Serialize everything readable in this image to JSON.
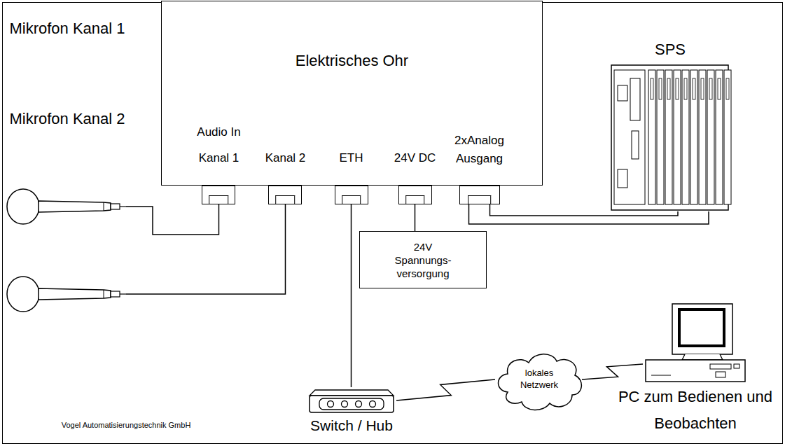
{
  "diagram": {
    "nodes": [
      {
        "text": [
          "Elektrisches Ohr"
        ]
      },
      {
        "text": [
          "Kanal 1"
        ],
        "in": 0
      },
      {
        "text": [
          "Kanal 2"
        ],
        "in": 0
      },
      {
        "text": [
          "ETH"
        ],
        "in": 0
      },
      {
        "text": [
          "24V DC"
        ],
        "in": 0
      },
      {
        "text": [
          "2xAnalog Ausgang"
        ],
        "in": 0
      },
      {
        "text": [
          "Mikrofon Kanal 1"
        ]
      },
      {
        "text": [
          "Mikrofon Kanal 2"
        ]
      },
      {
        "text": [
          "SPS"
        ]
      },
      {
        "text": [
          "24V Spannungs- versorgung"
        ]
      },
      {
        "text": [
          "Switch / Hub"
        ]
      },
      {
        "text": [
          "lokales Netzwerk"
        ]
      },
      {
        "text": [
          "PC zum Bedienen und Beobachten"
        ]
      }
    ],
    "edges": [
      {
        "from": 6,
        "to": 1,
        "arrow": "none"
      },
      {
        "from": 7,
        "to": 2,
        "arrow": "none"
      },
      {
        "from": 3,
        "to": 10,
        "arrow": "none"
      },
      {
        "from": 4,
        "to": 9,
        "arrow": "none"
      },
      {
        "from": 5,
        "to": 8,
        "arrow": "none"
      },
      {
        "from": 5,
        "to": 8,
        "arrow": "none"
      },
      {
        "from": 10,
        "to": 11,
        "arrow": "none"
      },
      {
        "from": 11,
        "to": 12,
        "arrow": "none"
      }
    ],
    "labels": [
      "Audio In",
      "Vogel Automatisierungstechnik GmbH"
    ]
  }
}
